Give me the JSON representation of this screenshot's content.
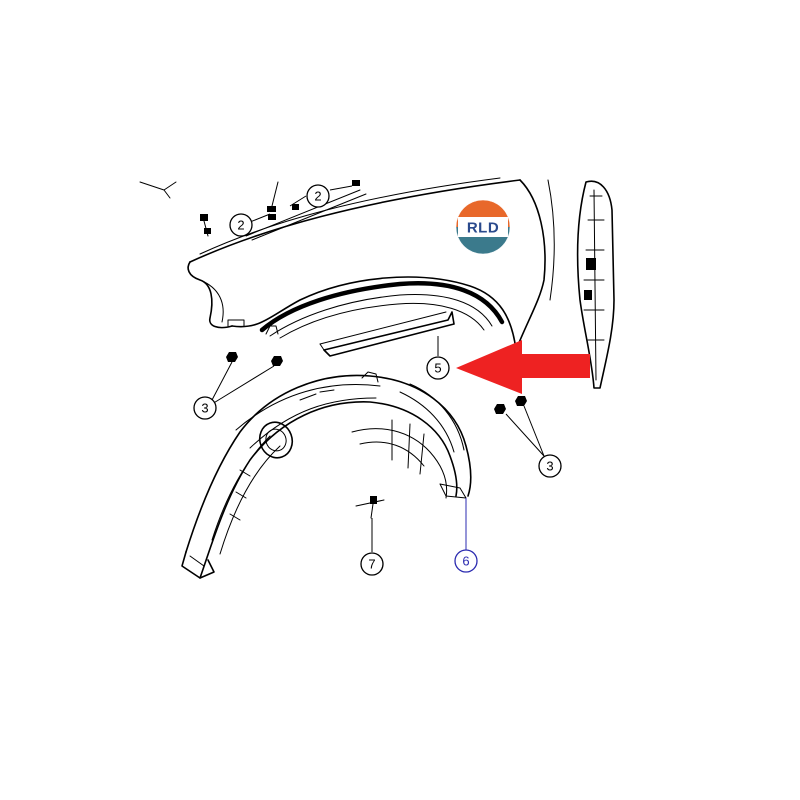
{
  "logo": {
    "text": "RLD",
    "colors": {
      "top": "#e8682a",
      "bottom": "#3b7a8c",
      "text": "#2a4a8c"
    }
  },
  "arrow": {
    "color": "#ee2222",
    "icon": "red-pointer-arrow"
  },
  "callouts": {
    "c2a": "2",
    "c2b": "2",
    "c3a": "3",
    "c3b": "3",
    "c5": "5",
    "c6": "6",
    "c7": "7"
  },
  "highlight_color": "#2b2bb0"
}
